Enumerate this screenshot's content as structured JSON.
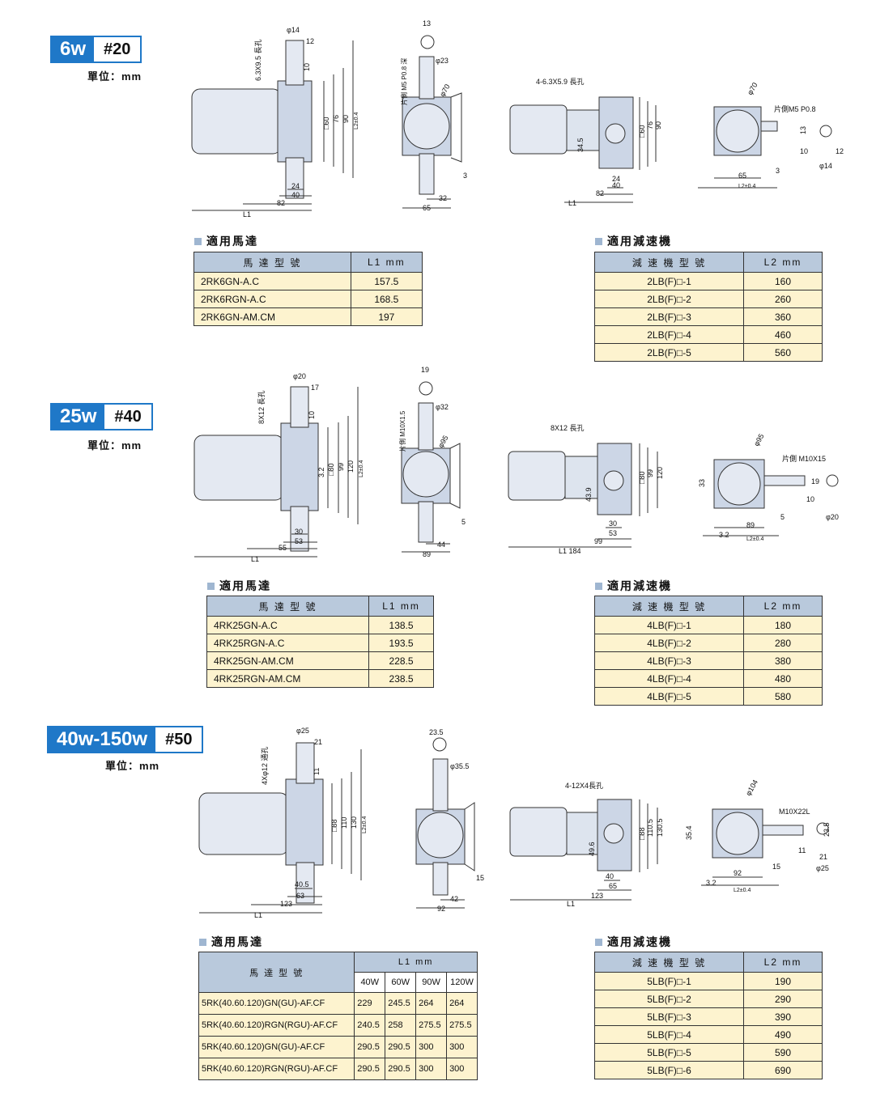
{
  "sections": [
    {
      "watt_label": "6w",
      "size_label": "#20",
      "unit_label": "單位：mm",
      "motor_title": "適用馬達",
      "motor_header": [
        "馬 達 型 號",
        "L1 mm"
      ],
      "motor_rows": [
        [
          "2RK6GN-A.C",
          "157.5"
        ],
        [
          "2RK6RGN-A.C",
          "168.5"
        ],
        [
          "2RK6GN-AM.CM",
          "197"
        ]
      ],
      "reducer_title": "適用減速機",
      "reducer_header": [
        "減 速 機 型 號",
        "L2 mm"
      ],
      "reducer_rows": [
        [
          "2LB(F)□-1",
          "160"
        ],
        [
          "2LB(F)□-2",
          "260"
        ],
        [
          "2LB(F)□-3",
          "360"
        ],
        [
          "2LB(F)□-4",
          "460"
        ],
        [
          "2LB(F)□-5",
          "560"
        ]
      ],
      "dims": {
        "shaft_dia": "φ14",
        "d12": "12",
        "d10": "10",
        "slot": "6.3X9.5 長孔",
        "sq60": "□60",
        "d76": "76",
        "d90": "90",
        "l2": "L2±0.4",
        "d24": "24",
        "d40": "40",
        "d82": "82",
        "l1": "L1",
        "d13": "13",
        "d23": "φ23",
        "tap": "片側 M5 P0.8 深",
        "dia70": "φ70",
        "d3": "3",
        "d32": "32",
        "d65": "65",
        "slot2": "4-6.3X5.9 長孔",
        "d345": "34.5",
        "tap2": "片側M5 P0.8",
        "d10b": "10",
        "d12b": "12",
        "d14b": "φ14",
        "d65b": "65",
        "d3b": "3",
        "d13b": "13"
      }
    },
    {
      "watt_label": "25w",
      "size_label": "#40",
      "unit_label": "單位：mm",
      "motor_title": "適用馬達",
      "motor_header": [
        "馬 達 型 號",
        "L1 mm"
      ],
      "motor_rows": [
        [
          "4RK25GN-A.C",
          "138.5"
        ],
        [
          "4RK25RGN-A.C",
          "193.5"
        ],
        [
          "4RK25GN-AM.CM",
          "228.5"
        ],
        [
          "4RK25RGN-AM.CM",
          "238.5"
        ]
      ],
      "reducer_title": "適用減速機",
      "reducer_header": [
        "減 速 機 型 號",
        "L2 mm"
      ],
      "reducer_rows": [
        [
          "4LB(F)□-1",
          "180"
        ],
        [
          "4LB(F)□-2",
          "280"
        ],
        [
          "4LB(F)□-3",
          "380"
        ],
        [
          "4LB(F)□-4",
          "480"
        ],
        [
          "4LB(F)□-5",
          "580"
        ]
      ],
      "dims": {
        "shaft_dia": "φ20",
        "d12": "17",
        "d10": "10",
        "slot": "8X12 長孔",
        "sq60": "□80",
        "d76": "99",
        "d90": "120",
        "l2": "L2±0.4",
        "d32x": "3.2",
        "d24": "30",
        "d40": "53",
        "d82": "55",
        "l1": "L1",
        "d13": "19",
        "d23": "φ32",
        "tap": "片側 M10X1.5",
        "dia70": "φ95",
        "d3": "5",
        "d32": "44",
        "d65": "89",
        "slot2": "8X12 長孔",
        "d345": "43.9",
        "d99": "99",
        "l1b": "L1 184",
        "tap2": "片側 M10X15",
        "d10b": "10",
        "d12b": "19",
        "d14b": "φ20",
        "d65b": "89",
        "d3b": "5",
        "d13b": "33",
        "d32b": "3.2"
      }
    },
    {
      "watt_label": "40w-150w",
      "size_label": "#50",
      "unit_label": "單位：mm",
      "motor_title": "適用馬達",
      "motor_header": [
        "馬 達 型 號",
        "L1 mm"
      ],
      "motor_subheader": [
        "40W",
        "60W",
        "90W",
        "120W"
      ],
      "motor_rows": [
        [
          "5RK(40.60.120)GN(GU)-AF.CF",
          "229",
          "245.5",
          "264",
          "264"
        ],
        [
          "5RK(40.60.120)RGN(RGU)-AF.CF",
          "240.5",
          "258",
          "275.5",
          "275.5"
        ],
        [
          "5RK(40.60.120)GN(GU)-AF.CF",
          "290.5",
          "290.5",
          "300",
          "300"
        ],
        [
          "5RK(40.60.120)RGN(RGU)-AF.CF",
          "290.5",
          "290.5",
          "300",
          "300"
        ]
      ],
      "reducer_title": "適用減速機",
      "reducer_header": [
        "減 速 機 型 號",
        "L2 mm"
      ],
      "reducer_rows": [
        [
          "5LB(F)□-1",
          "190"
        ],
        [
          "5LB(F)□-2",
          "290"
        ],
        [
          "5LB(F)□-3",
          "390"
        ],
        [
          "5LB(F)□-4",
          "490"
        ],
        [
          "5LB(F)□-5",
          "590"
        ],
        [
          "5LB(F)□-6",
          "690"
        ]
      ],
      "dims": {
        "shaft_dia": "φ25",
        "d12": "21",
        "d10": "11",
        "slot": "4Xφ12 通孔",
        "sq60": "□88",
        "d76": "110",
        "d90": "130",
        "l2": "L2±0.4",
        "d24": "40.5",
        "d40": "63",
        "d82": "123",
        "l1": "L1",
        "d13": "23.5",
        "d23": "φ35.5",
        "d3": "15",
        "d32": "42",
        "d65": "92",
        "slot2": "4-12X4長孔",
        "d345": "49.6",
        "d88": "□88",
        "d110": "110.5",
        "d130": "130.5",
        "d40b": "40",
        "d65c": "65",
        "d123": "123",
        "dia104": "φ104",
        "tap2": "M10X22L",
        "d354": "35.4",
        "d235": "23.5",
        "d11": "11",
        "d21": "21",
        "d25": "φ25",
        "d15": "15",
        "d92": "92",
        "d32b": "3.2"
      }
    }
  ]
}
